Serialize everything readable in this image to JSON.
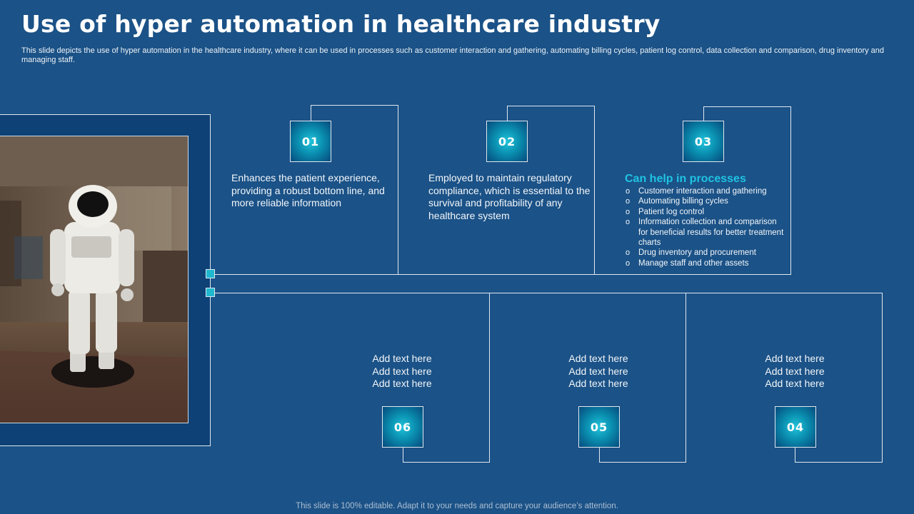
{
  "header": {
    "title": "Use of hyper automation in healthcare industry",
    "subtitle": "This slide depicts the use of hyper automation in the healthcare industry, where it can be used in processes such as customer interaction and gathering, automating billing cycles, patient log control, data collection and comparison, drug inventory and managing staff."
  },
  "items": [
    {
      "num": "01",
      "text": "Enhances the patient experience, providing a robust bottom line, and more reliable information"
    },
    {
      "num": "02",
      "text": "Employed to maintain regulatory compliance, which is essential to the survival and profitability of any healthcare system"
    },
    {
      "num": "03",
      "heading": "Can help in processes",
      "bullets": [
        "Customer interaction and gathering",
        "Automating billing cycles",
        "Patient log control",
        "Information collection and comparison for beneficial results for better treatment charts",
        "Drug inventory and procurement",
        "Manage staff and other assets"
      ]
    },
    {
      "num": "04",
      "lines": [
        "Add text here",
        "Add text here",
        "Add text here"
      ]
    },
    {
      "num": "05",
      "lines": [
        "Add text here",
        "Add text here",
        "Add text here"
      ]
    },
    {
      "num": "06",
      "lines": [
        "Add text here",
        "Add text here",
        "Add text here"
      ]
    }
  ],
  "footer": "This slide is 100% editable. Adapt it to your needs and capture your audience’s attention.",
  "colors": {
    "background": "#1b5287",
    "accent": "#1fc3e3",
    "badge": "#0a8fb0"
  }
}
